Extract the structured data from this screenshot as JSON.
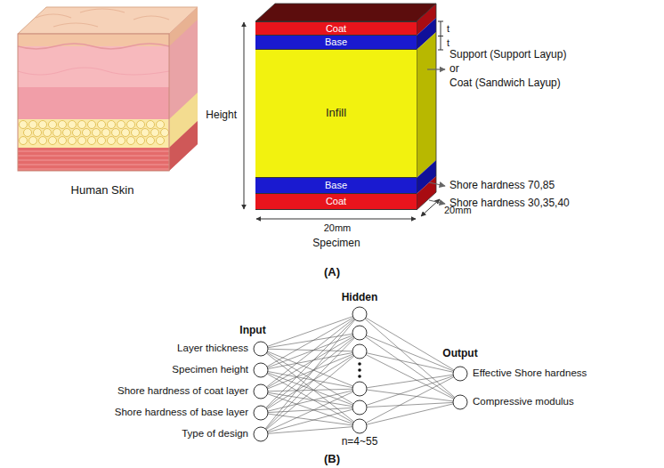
{
  "diagram": {
    "nodes": [
      {
        "text": [
          "Coat"
        ]
      },
      {
        "text": [
          "Base"
        ]
      },
      {
        "text": [
          "Infill"
        ]
      },
      {
        "text": [
          "Base"
        ]
      },
      {
        "text": [
          "Coat"
        ]
      },
      {
        "text": [
          "Layer thickness"
        ]
      },
      {
        "text": [
          "Specimen height"
        ]
      },
      {
        "text": [
          "Shore hardness of coat layer"
        ]
      },
      {
        "text": [
          "Shore hardness of base layer"
        ]
      },
      {
        "text": [
          "Type of design"
        ]
      },
      {
        "text": [
          "Effective Shore hardness"
        ]
      },
      {
        "text": [
          "Compressive modulus"
        ]
      }
    ],
    "labels": [
      "Human Skin",
      "Height",
      "t",
      "t",
      "20mm",
      "20mm",
      "Specimen",
      "Support (Support Layup)",
      "or",
      "Coat (Sandwich Layup)",
      "Shore hardness 70,85",
      "Shore hardness 30,35,40",
      "(A)",
      "Input",
      "Hidden",
      "Output",
      "n=4~55",
      "(B)"
    ]
  }
}
